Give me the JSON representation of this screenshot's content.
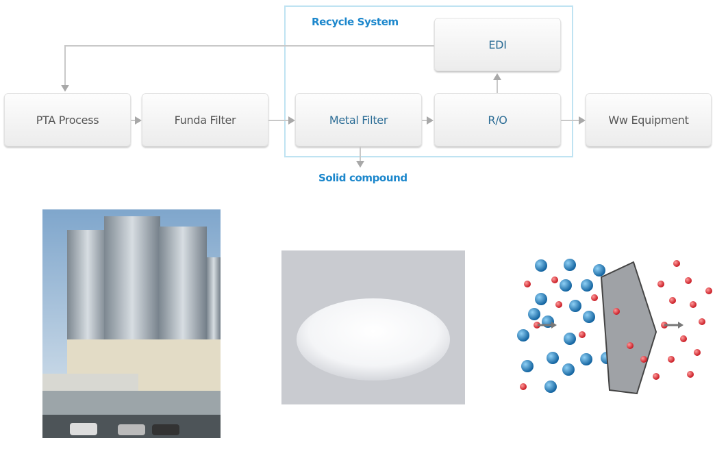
{
  "diagram": {
    "recycle_label": "Recycle System",
    "solid_label": "Solid compound",
    "nodes": {
      "pta": "PTA Process",
      "funda": "Funda Filter",
      "metal": "Metal Filter",
      "ro": "R/O",
      "edi": "EDI",
      "ww": "Ww Equipment"
    }
  },
  "colors": {
    "accent": "#1c87cc",
    "arrow": "#a8a8a8",
    "box_border": "#bfe3f2"
  }
}
